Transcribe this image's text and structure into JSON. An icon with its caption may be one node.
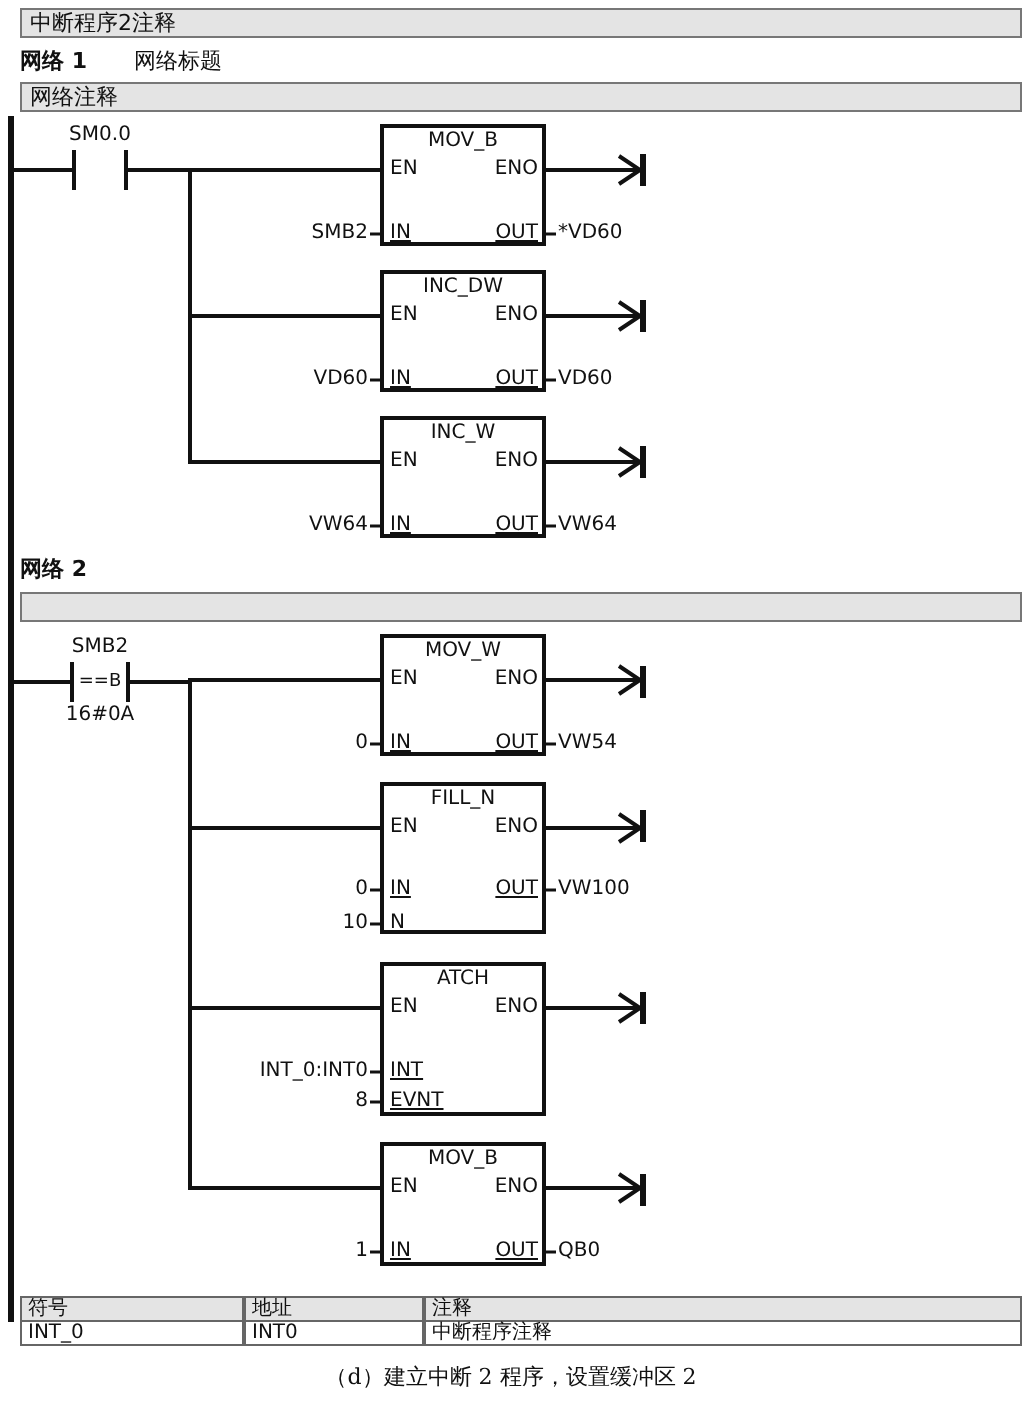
{
  "diagram": {
    "caption": "（d）建立中断 2 程序，设置缓冲区 2",
    "nodes": [
      {
        "text": [],
        "shape": "bar"
      },
      {
        "text": [],
        "shape": "contact",
        "beside": [
          "SM0.0"
        ]
      },
      {
        "text": [
          "MOV_B",
          "EN",
          "ENO",
          "IN",
          "OUT"
        ],
        "beside": [
          "SMB2",
          "*VD60"
        ]
      },
      {
        "text": [],
        "shape": "bar"
      },
      {
        "text": [
          "INC_DW",
          "EN",
          "ENO",
          "IN",
          "OUT"
        ],
        "beside": [
          "VD60",
          "VD60"
        ]
      },
      {
        "text": [],
        "shape": "bar"
      },
      {
        "text": [
          "INC_W",
          "EN",
          "ENO",
          "IN",
          "OUT"
        ],
        "beside": [
          "VW64",
          "VW64"
        ]
      },
      {
        "text": [],
        "shape": "bar"
      },
      {
        "text": [
          "==B"
        ],
        "beside": [
          "SMB2",
          "16#0A"
        ]
      },
      {
        "text": [
          "MOV_W",
          "EN",
          "ENO",
          "IN",
          "OUT"
        ],
        "beside": [
          "0",
          "VW54"
        ]
      },
      {
        "text": [],
        "shape": "bar"
      },
      {
        "text": [
          "FILL_N",
          "EN",
          "ENO",
          "IN",
          "OUT",
          "N"
        ],
        "beside": [
          "0",
          "VW100",
          "10"
        ]
      },
      {
        "text": [],
        "shape": "bar"
      },
      {
        "text": [
          "ATCH",
          "EN",
          "ENO",
          "INT",
          "EVNT"
        ],
        "beside": [
          "INT_0:INT0",
          "8"
        ]
      },
      {
        "text": [],
        "shape": "bar"
      },
      {
        "text": [
          "MOV_B",
          "EN",
          "ENO",
          "IN",
          "OUT"
        ],
        "beside": [
          "1",
          "QB0"
        ]
      },
      {
        "text": [],
        "shape": "bar"
      },
      {
        "text": [
          "中断程序2注释"
        ]
      },
      {
        "text": [
          "网络注释"
        ]
      },
      {
        "text": [],
        "shape": "box"
      }
    ],
    "edges": [
      {
        "from": 0,
        "to": 1,
        "arrow": "none"
      },
      {
        "from": 1,
        "to": 2,
        "arrow": "none"
      },
      {
        "from": 2,
        "to": 3,
        "arrow": "to"
      },
      {
        "from": 1,
        "to": 4,
        "arrow": "none"
      },
      {
        "from": 4,
        "to": 5,
        "arrow": "to"
      },
      {
        "from": 1,
        "to": 6,
        "arrow": "none"
      },
      {
        "from": 6,
        "to": 7,
        "arrow": "to"
      },
      {
        "from": 0,
        "to": 8,
        "arrow": "none"
      },
      {
        "from": 8,
        "to": 9,
        "arrow": "none"
      },
      {
        "from": 9,
        "to": 10,
        "arrow": "to"
      },
      {
        "from": 8,
        "to": 11,
        "arrow": "none"
      },
      {
        "from": 11,
        "to": 12,
        "arrow": "to"
      },
      {
        "from": 8,
        "to": 13,
        "arrow": "none"
      },
      {
        "from": 13,
        "to": 14,
        "arrow": "to"
      },
      {
        "from": 8,
        "to": 15,
        "arrow": "none"
      },
      {
        "from": 15,
        "to": 16,
        "arrow": "to"
      }
    ],
    "labels": [
      "网络 1",
      "网络标题",
      "网络 2",
      "符号",
      "地址",
      "注释",
      "INT_0",
      "INT0",
      "中断程序注释"
    ]
  }
}
